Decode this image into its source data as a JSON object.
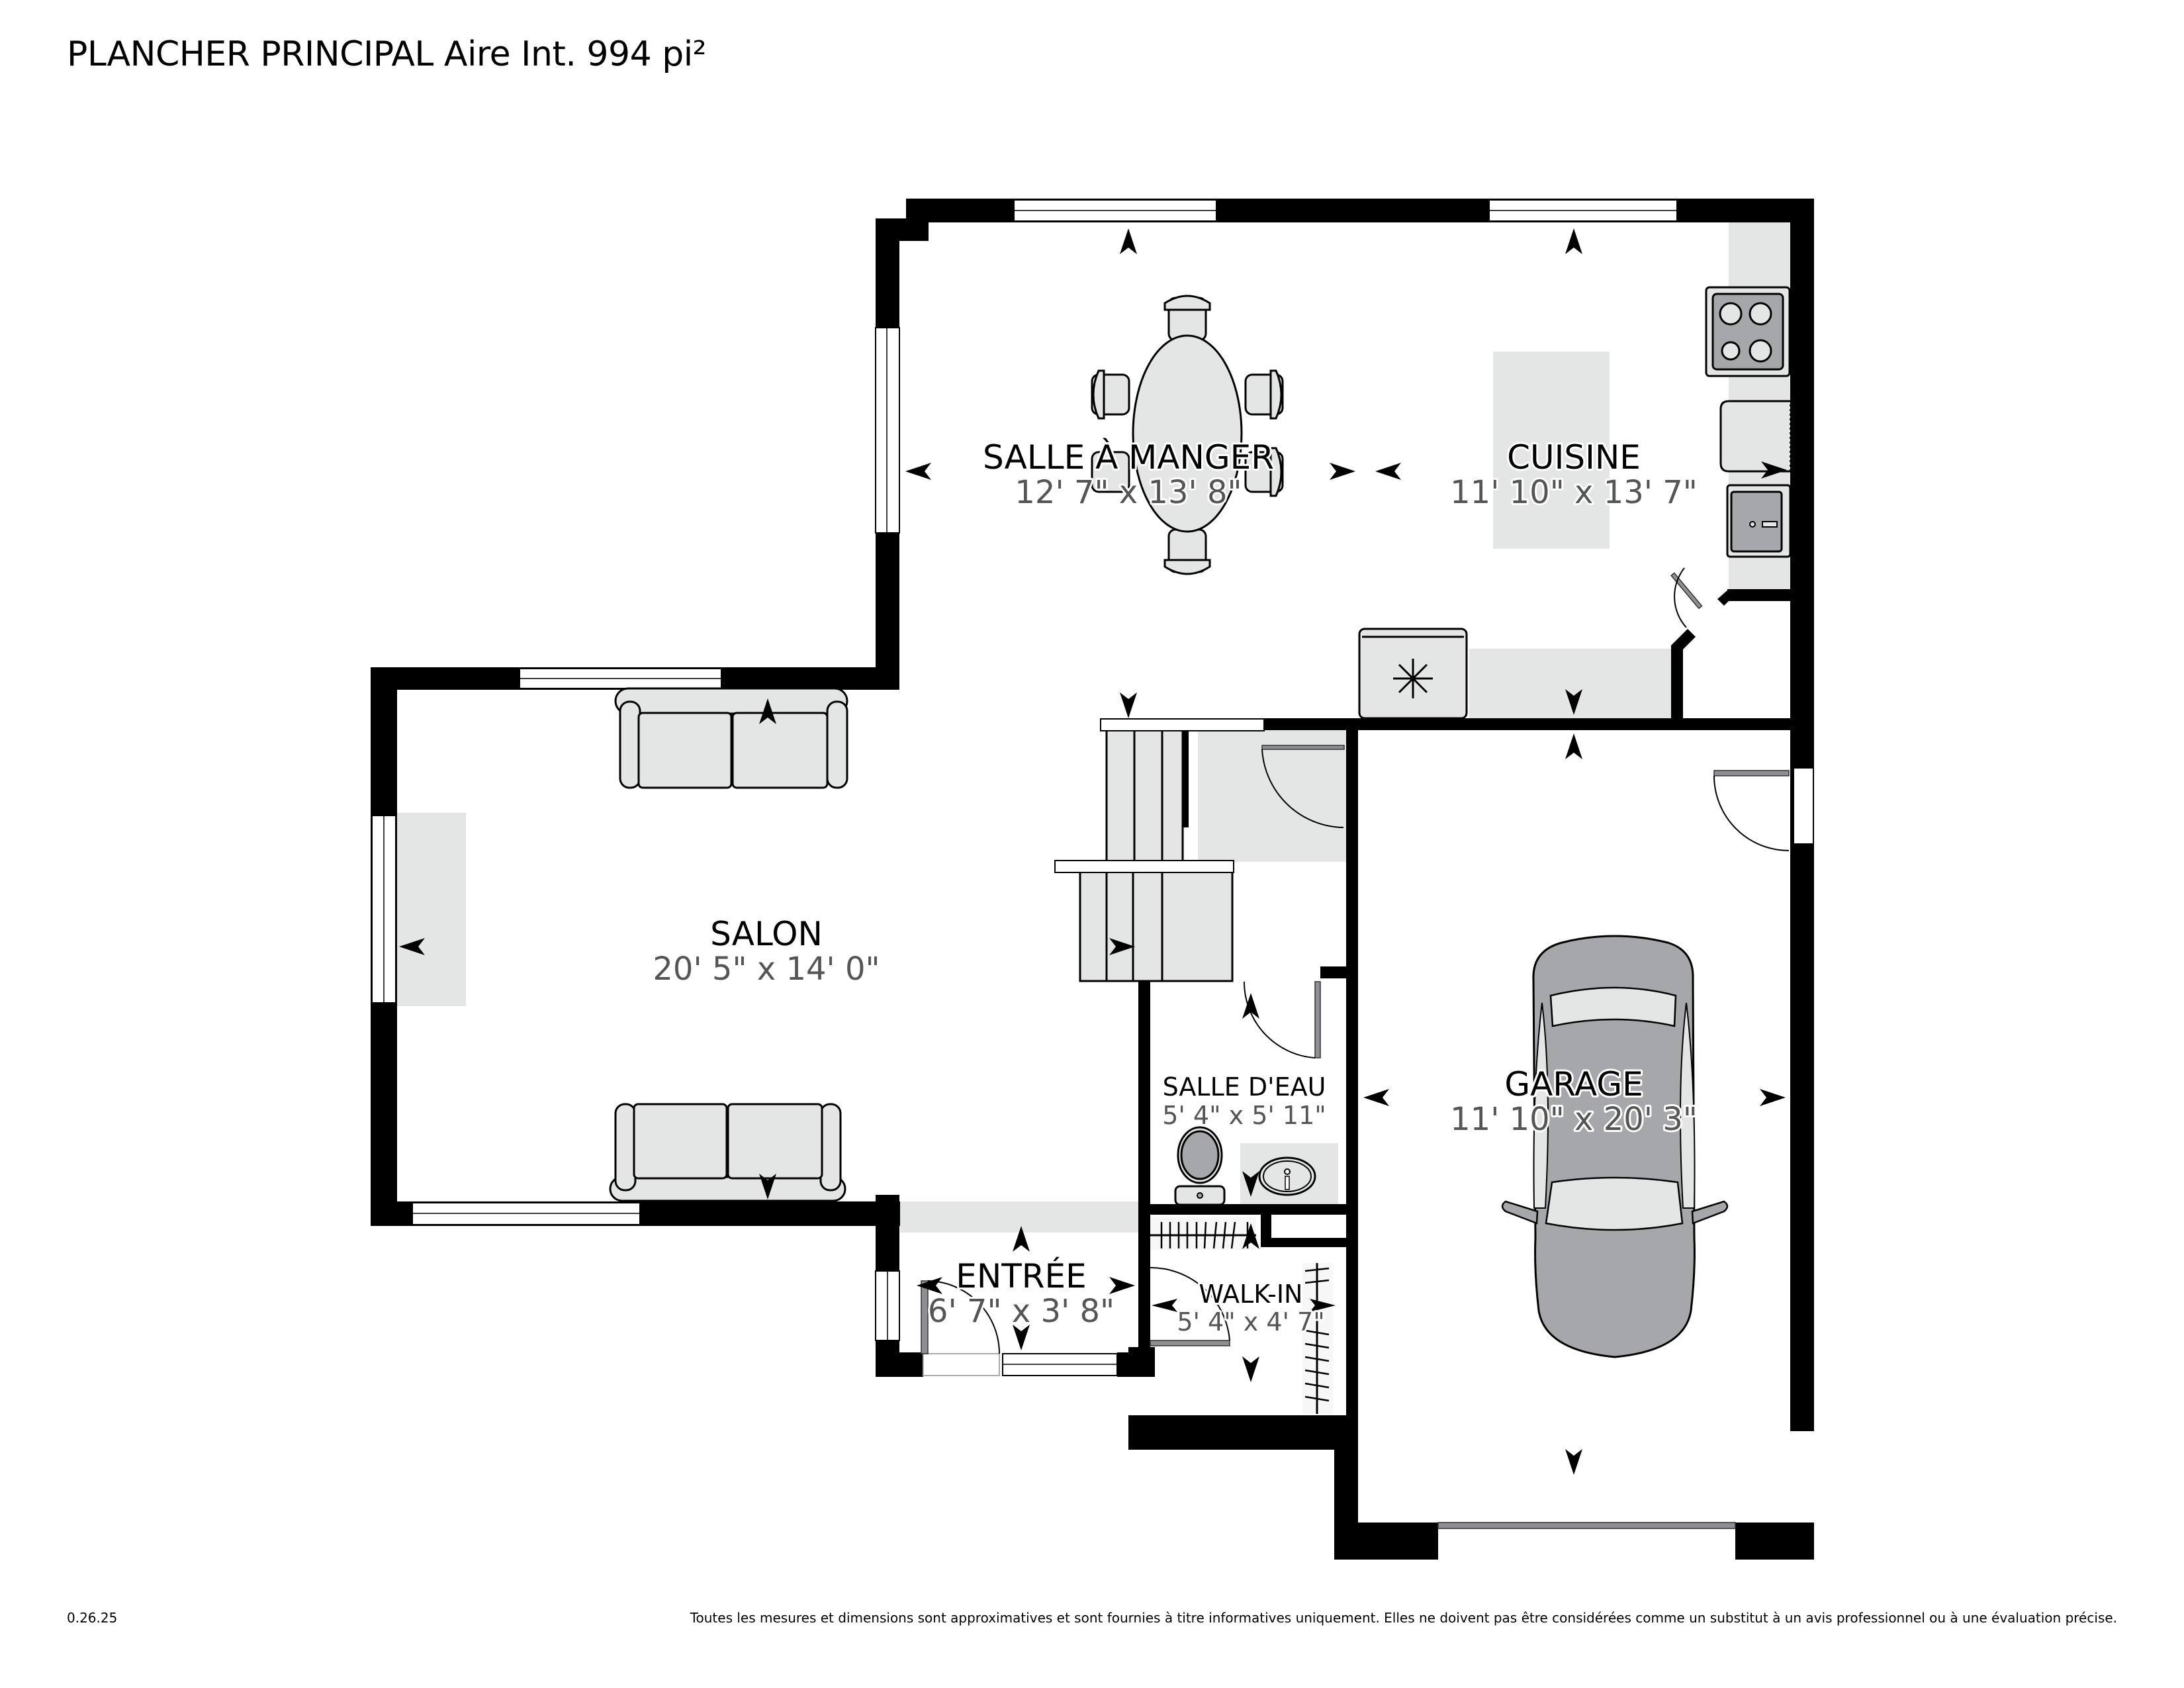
{
  "header": {
    "title": "PLANCHER PRINCIPAL Aire Int. 994 pi²"
  },
  "rooms": [
    {
      "id": "salle-a-manger",
      "name": "SALLE À MANGER",
      "dimensions": "12' 7\" x 13' 8\""
    },
    {
      "id": "cuisine",
      "name": "CUISINE",
      "dimensions": "11' 10\" x 13' 7\""
    },
    {
      "id": "salon",
      "name": "SALON",
      "dimensions": "20' 5\" x 14' 0\""
    },
    {
      "id": "salle-deau",
      "name": "SALLE D'EAU",
      "dimensions": "5' 4\" x 5' 11\""
    },
    {
      "id": "garage",
      "name": "GARAGE",
      "dimensions": "11' 10\" x 20' 3\""
    },
    {
      "id": "entree",
      "name": "ENTRÉE",
      "dimensions": "6' 7\" x 3' 8\""
    },
    {
      "id": "walk-in",
      "name": "WALK-IN",
      "dimensions": "5' 4\" x 4' 7\""
    }
  ],
  "icons": {
    "fridge": "snowflake-icon",
    "stove": "cooktop-icon",
    "sink": "sink-icon",
    "toilet": "toilet-icon",
    "car": "car-icon",
    "table": "dining-table-icon",
    "sofa": "sofa-icon",
    "stairs": "stairs-icon",
    "view_arrow": "camera-direction-arrow-icon"
  },
  "colors": {
    "wall": "#000000",
    "fixture": "#e4e6e5",
    "fixture_dark": "#a6a7aa",
    "dimension_text": "#555555"
  },
  "footer": {
    "version": "0.26.25",
    "disclaimer": "Toutes les mesures et dimensions sont approximatives et sont fournies à titre informatives uniquement. Elles ne doivent pas être considérées comme un substitut à un avis professionnel ou à une évaluation précise."
  }
}
